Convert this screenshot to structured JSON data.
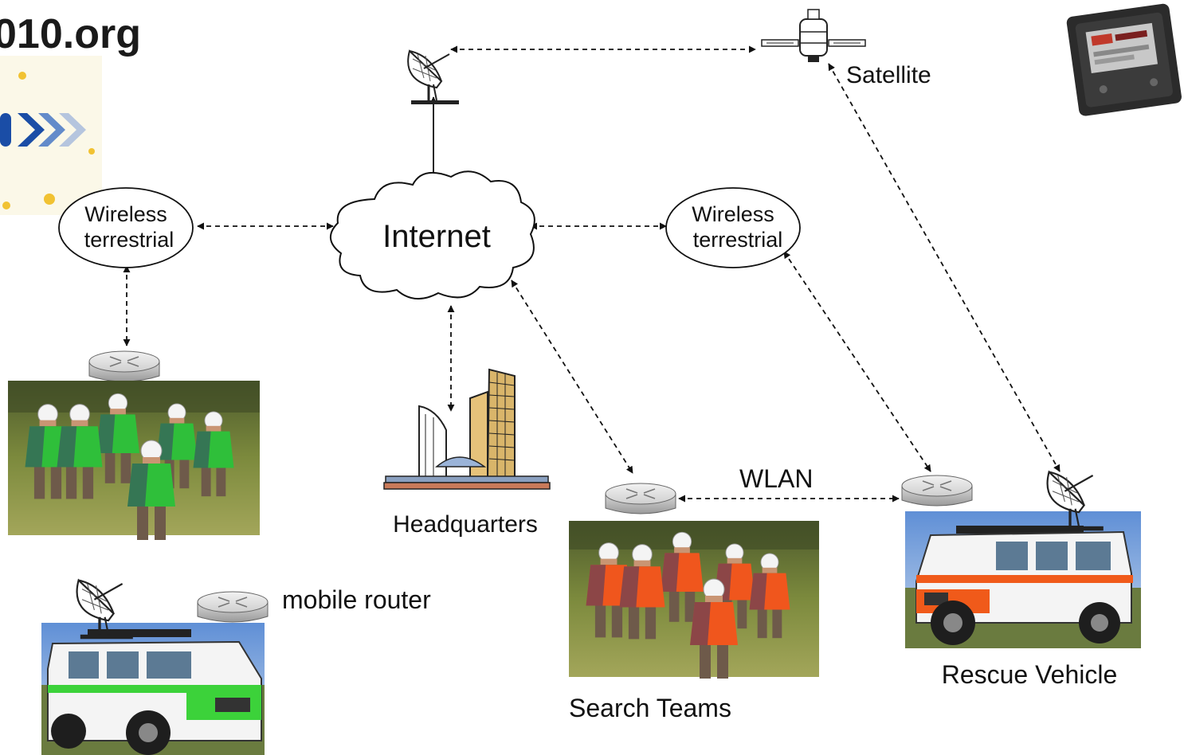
{
  "header": {
    "site_fragment": "010.org"
  },
  "nodes": {
    "satellite": "Satellite",
    "internet": "Internet",
    "wireless_left_line1": "Wireless",
    "wireless_left_line2": "terrestrial",
    "wireless_right_line1": "Wireless",
    "wireless_right_line2": "terrestrial",
    "headquarters": "Headquarters",
    "search_teams": "Search Teams",
    "rescue_vehicle": "Rescue Vehicle",
    "wlan": "WLAN",
    "mobile_router": "mobile router"
  },
  "colors": {
    "left_team_jacket": "#2fbf3a",
    "right_team_jacket": "#f0561d",
    "helmet": "#f4f4f4",
    "vehicle_stripe_green": "#3cd23a",
    "vehicle_stripe_orange": "#f05a1a",
    "router": "#c8c8c8",
    "link": "#111111"
  },
  "icons": {
    "satellite": "satellite-icon",
    "dish": "satellite-dish-icon",
    "router": "router-icon",
    "building": "office-building-icon",
    "cloud": "cloud-icon"
  }
}
